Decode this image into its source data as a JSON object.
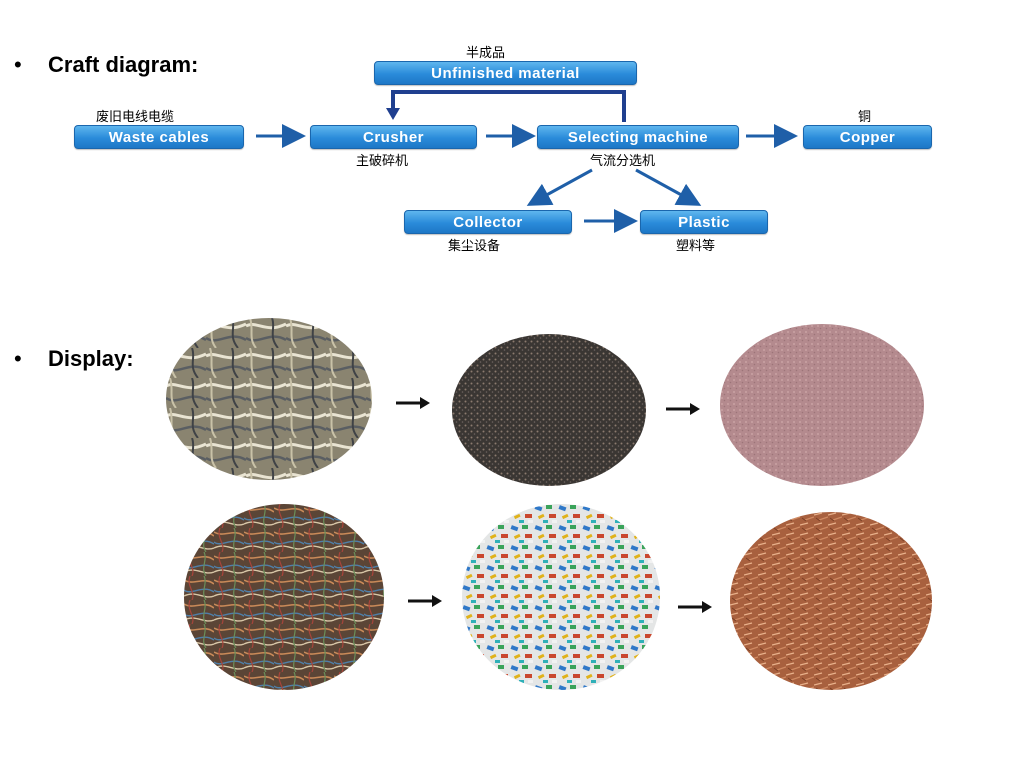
{
  "bullets": {
    "dot": "•",
    "craft_label": "Craft diagram:",
    "display_label": "Display:"
  },
  "flow": {
    "unfinished": {
      "en": "Unfinished material",
      "cn": "半成品"
    },
    "waste": {
      "en": "Waste cables",
      "cn": "废旧电线电缆"
    },
    "crusher": {
      "en": "Crusher",
      "cn": "主破碎机"
    },
    "selecting": {
      "en": "Selecting machine",
      "cn": "气流分选机"
    },
    "copper": {
      "en": "Copper",
      "cn": "铜"
    },
    "collector": {
      "en": "Collector",
      "cn": "集尘设备"
    },
    "plastic": {
      "en": "Plastic",
      "cn": "塑料等"
    }
  },
  "colors": {
    "box_top": "#5fb6ee",
    "box_bottom": "#1d77c6",
    "arrow": "#1f5fa8"
  },
  "photos": {
    "row1": [
      "waste-cable-bundle-image",
      "black-granules-image",
      "pink-copper-powder-image"
    ],
    "row2": [
      "telephone-wire-bundle-image",
      "colored-plastic-pieces-image",
      "copper-wire-flakes-image"
    ]
  }
}
